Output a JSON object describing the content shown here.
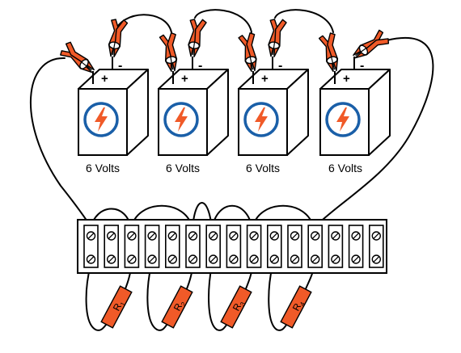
{
  "batteries": [
    {
      "label": "6 Volts",
      "plus": "+",
      "minus": "-"
    },
    {
      "label": "6 Volts",
      "plus": "+",
      "minus": "-"
    },
    {
      "label": "6 Volts",
      "plus": "+",
      "minus": "-"
    },
    {
      "label": "6 Volts",
      "plus": "+",
      "minus": "-"
    }
  ],
  "resistors": [
    {
      "label": "R",
      "sub": "1"
    },
    {
      "label": "R",
      "sub": "2"
    },
    {
      "label": "R",
      "sub": "3"
    },
    {
      "label": "R",
      "sub": "4"
    }
  ],
  "terminal_strip": {
    "terminal_count": 15
  },
  "colors": {
    "wire": "#000000",
    "clip": "#f05a28",
    "resistor": "#f05a28",
    "bolt": "#f05a28",
    "badge_ring": "#1a5fa8",
    "battery_face": "#ffffff"
  }
}
